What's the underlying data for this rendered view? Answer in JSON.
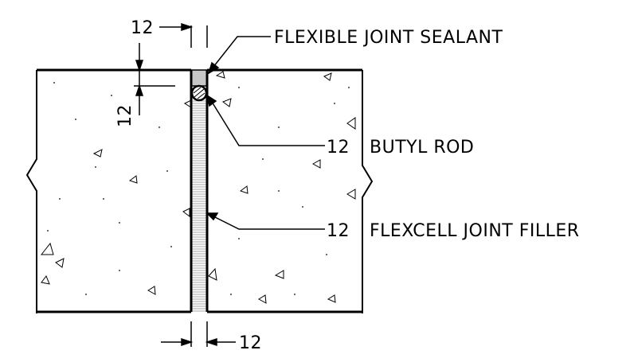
{
  "labels": {
    "top_dim": "12",
    "left_dim": "12",
    "bottom_dim": "12",
    "sealant": "FLEXIBLE JOINT SEALANT",
    "rod_size": "12",
    "rod": "BUTYL ROD",
    "filler_size": "12",
    "filler": "FLEXCELL JOINT FILLER"
  },
  "colors": {
    "line": "#000000",
    "sealant_fill": "#c8c8c8",
    "filler_hatch": "#8a8a8a",
    "background": "#ffffff"
  }
}
